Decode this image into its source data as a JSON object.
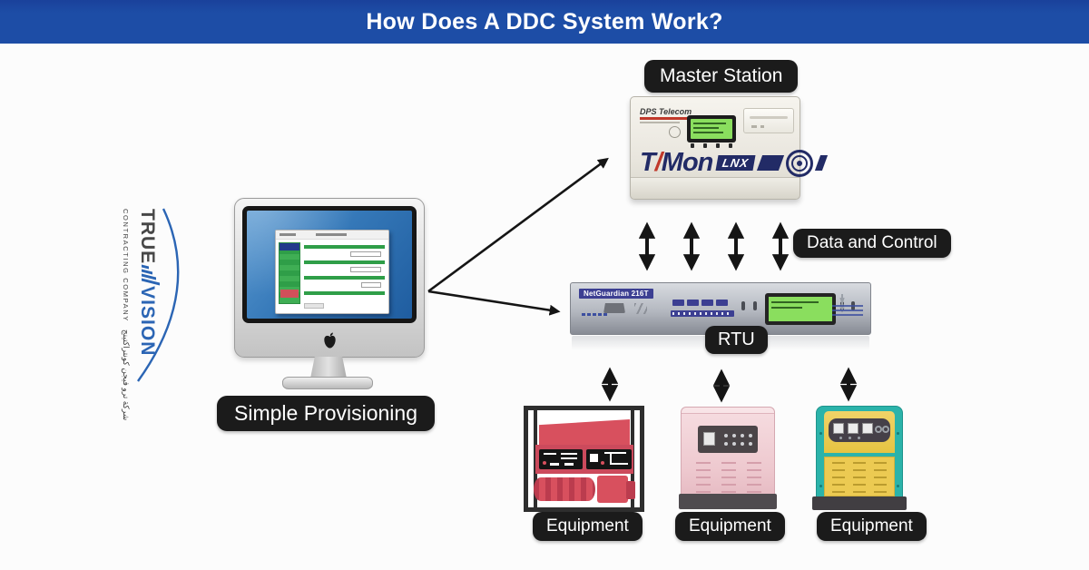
{
  "header": {
    "title": "How Does A DDC System Work?"
  },
  "logo": {
    "word_top": "TRUE",
    "word_bottom": "VISION",
    "subtitle": "CONTRACTING COMPANY",
    "arabic": "شركة ترو فيجن كونتراكتينج"
  },
  "badges": {
    "master_station": "Master Station",
    "data_and_control": "Data and Control",
    "rtu": "RTU",
    "simple_provisioning": "Simple Provisioning",
    "equipment_left": "Equipment",
    "equipment_middle": "Equipment",
    "equipment_right": "Equipment"
  },
  "master_station": {
    "brand": "DPS Telecom",
    "model_t": "T",
    "model_slash": "/",
    "model_rest": "Mon",
    "model_badge": "LNX"
  },
  "rtu": {
    "front_label": "NetGuardian 216T"
  },
  "colors": {
    "header_blue": "#1d4da6",
    "badge_black": "#1b1b1b",
    "logo_blue": "#2b65b4",
    "tmon_navy": "#222b66",
    "lcd_green": "#8ade5e",
    "rtu_label_blue": "#3c3f92",
    "equipment_red": "#d8505e",
    "equipment_pink": "#eec9cf",
    "equipment_yellow": "#e9c84e",
    "equipment_teal": "#2bb3aa"
  }
}
